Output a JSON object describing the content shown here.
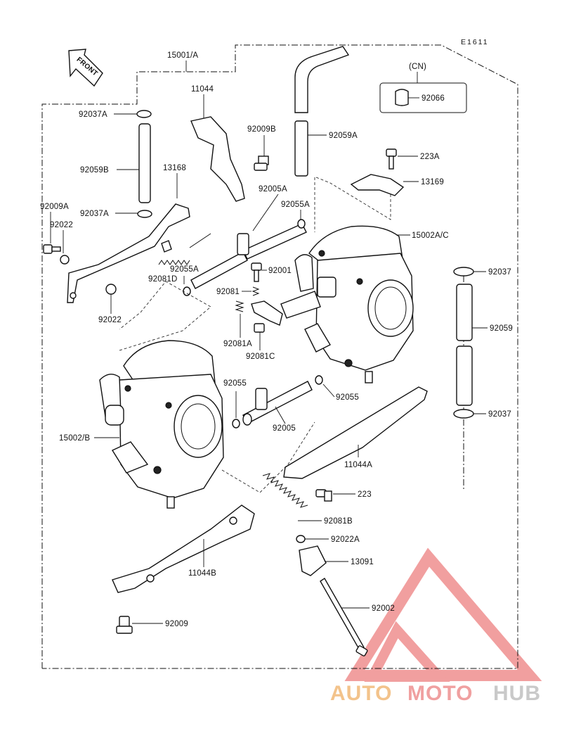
{
  "diagram": {
    "code": "E1611",
    "front_label": "FRONT",
    "group_label": "(CN)",
    "labels": {
      "l_15001A": "15001/A",
      "l_11044": "11044",
      "l_92037A_top": "92037A",
      "l_92009B": "92009B",
      "l_92059A": "92059A",
      "l_223A": "223A",
      "l_92066": "92066",
      "l_92059B": "92059B",
      "l_13168": "13168",
      "l_92005A": "92005A",
      "l_13169": "13169",
      "l_92009A": "92009A",
      "l_92055A_top": "92055A",
      "l_92022_top": "92022",
      "l_92037A_mid": "92037A",
      "l_15002AC": "15002A/C",
      "l_92055A_mid": "92055A",
      "l_92081D": "92081D",
      "l_92001": "92001",
      "l_92037": "92037",
      "l_92081": "92081",
      "l_92022_mid": "92022",
      "l_92059": "92059",
      "l_92081A": "92081A",
      "l_92081C": "92081C",
      "l_92055_left": "92055",
      "l_92055_right": "92055",
      "l_92037_low": "92037",
      "l_92005": "92005",
      "l_15002B": "15002/B",
      "l_11044A": "11044A",
      "l_223": "223",
      "l_92081B": "92081B",
      "l_92022A": "92022A",
      "l_13091": "13091",
      "l_11044B": "11044B",
      "l_92002": "92002",
      "l_92009": "92009"
    }
  },
  "watermark": {
    "part1": "AUTO",
    "part2": "MOTO",
    "part3": "HUB",
    "color_auto": "#f3c38b",
    "color_moto": "#f0a0a0",
    "color_hub": "#c9c9c9",
    "logo_color": "#ef8f8f"
  }
}
